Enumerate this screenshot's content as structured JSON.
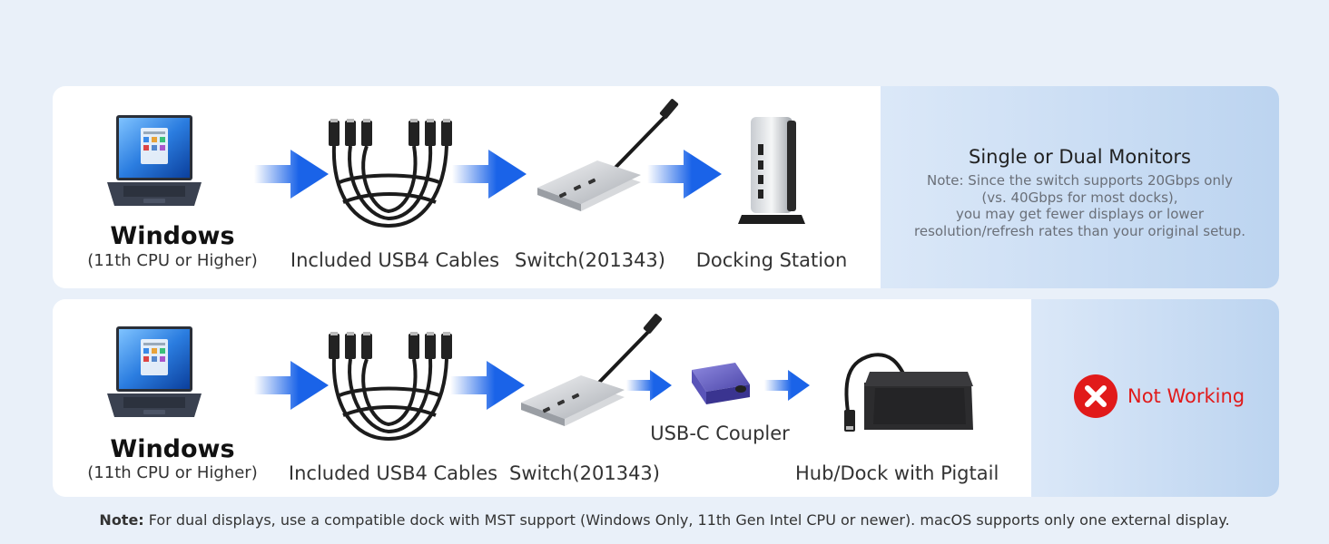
{
  "row1": {
    "windows_label": "Windows",
    "cpu_label": "(11th CPU or Higher)",
    "cables_label": "Included USB4 Cables",
    "switch_label": "Switch(201343)",
    "dock_label": "Docking Station",
    "result_title": "Single or Dual Monitors",
    "result_note": [
      "Note: Since the switch supports 20Gbps only",
      "(vs. 40Gbps for most docks),",
      "you may get fewer displays or lower",
      "resolution/refresh rates than your original setup."
    ]
  },
  "row2": {
    "windows_label": "Windows",
    "cpu_label": "(11th CPU or Higher)",
    "cables_label": "Included USB4 Cables",
    "switch_label": "Switch(201343)",
    "coupler_label": "USB-C Coupler",
    "hub_label": "Hub/Dock with Pigtail",
    "result_text": "Not Working"
  },
  "footnote": {
    "bold": "Note:",
    "text": " For dual displays, use a compatible dock with MST support (Windows Only, 11th Gen Intel CPU or newer). macOS supports only one external display."
  },
  "colors": {
    "arrow": "#1a63e8",
    "not_working": "#e11a1a",
    "background": "#e9f0f9"
  }
}
